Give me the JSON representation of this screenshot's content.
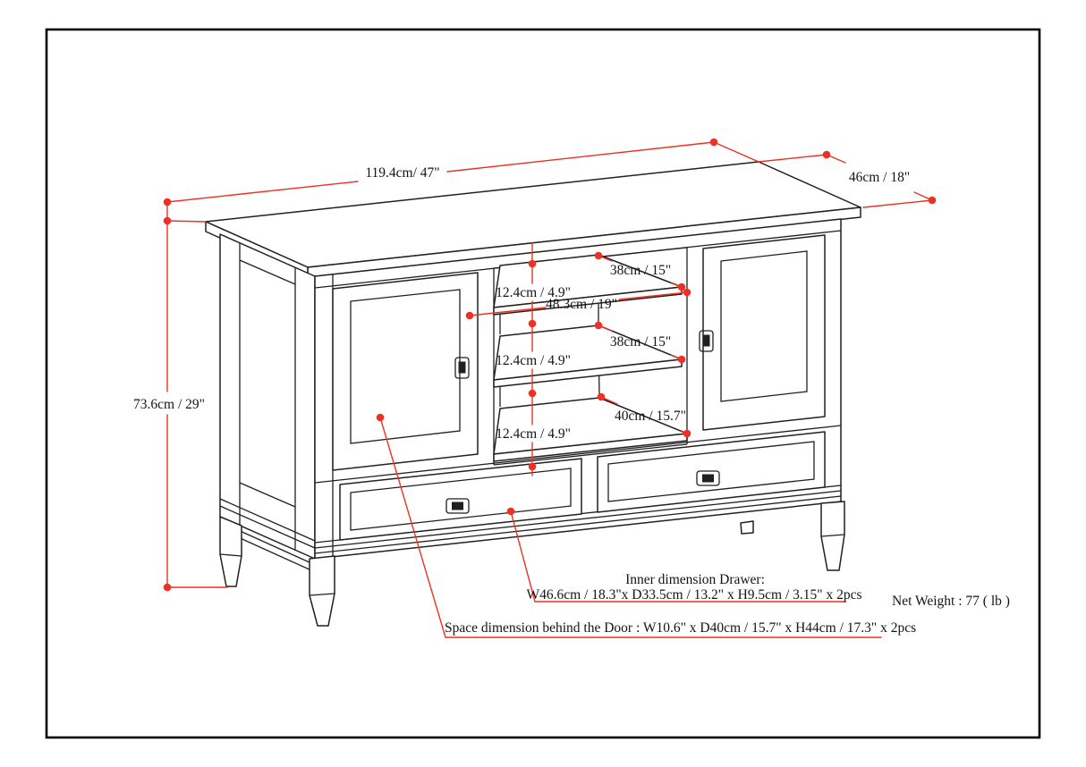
{
  "diagram": {
    "type": "furniture-dimension-drawing",
    "subject": "TV stand with two doors, three open shelves and two drawers",
    "background": "#ffffff",
    "line_color": "#231f20",
    "dimension_color": "#ee3124",
    "dimensions": {
      "width": "119.4cm/ 47\"",
      "depth": "46cm / 18\"",
      "height": "73.6cm / 29\"",
      "shelf_depth_top": "38cm / 15\"",
      "shelf_gap_1": "12.4cm / 4.9\"",
      "interior_width": "48.3cm / 19\"",
      "shelf_depth_middle": "38cm / 15\"",
      "shelf_gap_2": "12.4cm / 4.9\"",
      "shelf_depth_bottom": "40cm / 15.7\"",
      "shelf_gap_3": "12.4cm / 4.9\""
    },
    "notes": {
      "drawer_heading": "Inner dimension Drawer:",
      "drawer_dimensions": "W46.6cm / 18.3\"x D33.5cm / 13.2\" x H9.5cm / 3.15\" x 2pcs",
      "door_space": "Space dimension behind the Door  : W10.6\" x D40cm / 15.7\" x H44cm / 17.3\" x 2pcs",
      "net_weight": "Net Weight : 77 ( lb )"
    }
  }
}
